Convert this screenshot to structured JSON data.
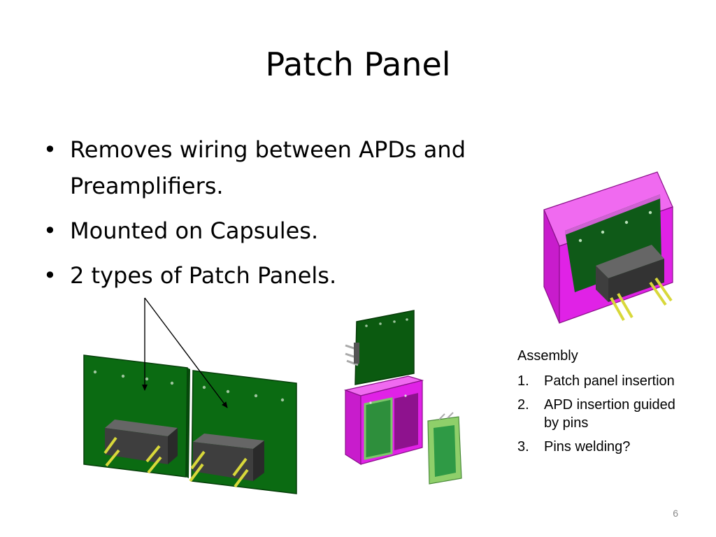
{
  "slide": {
    "title": "Patch Panel",
    "bullets": [
      {
        "marker": "•",
        "text": "Removes wiring between APDs and Preamplifiers."
      },
      {
        "marker": "•",
        "text": "Mounted on Capsules."
      },
      {
        "marker": "•",
        "text": "2 types of Patch Panels."
      }
    ],
    "assembly": {
      "heading": "Assembly",
      "steps": [
        {
          "num": "1.",
          "text": "Patch panel insertion"
        },
        {
          "num": "2.",
          "text": "APD insertion guided by pins"
        },
        {
          "num": "3.",
          "text": "Pins welding?"
        }
      ]
    },
    "page_number": "6"
  },
  "colors": {
    "board_green": "#0b6b12",
    "frame_magenta": "#e022e6",
    "connector_gray": "#4a4a4a",
    "pin_yellow": "#d8d83a",
    "apd_green": "#2f9a45",
    "apd_frame": "#8fcf6a"
  },
  "icons": [
    "bullet-dot",
    "arrow-pointer",
    "cad-render"
  ]
}
